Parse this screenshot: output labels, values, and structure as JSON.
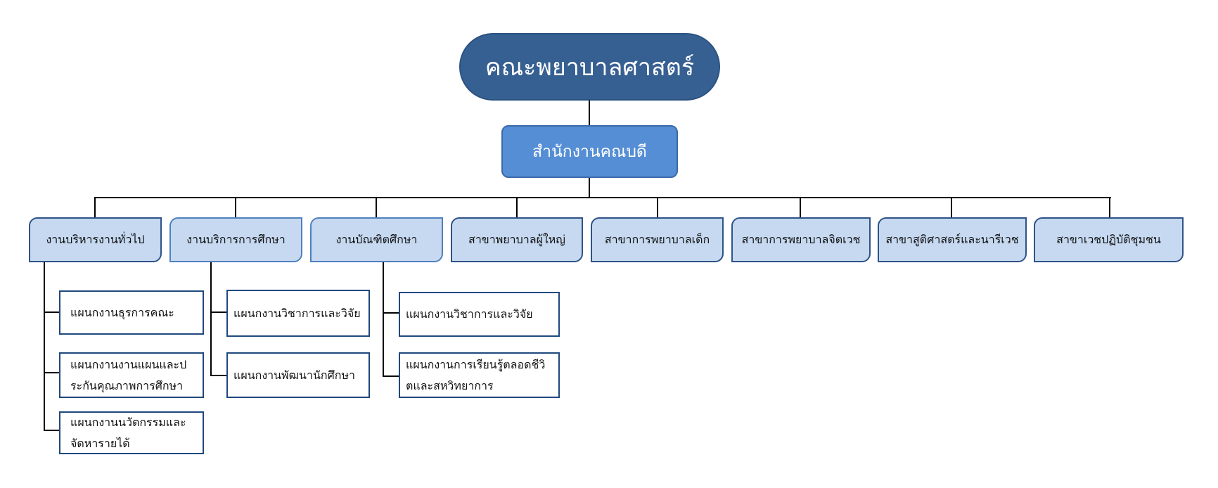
{
  "root": {
    "label": "คณะพยาบาลศาสตร์"
  },
  "office": {
    "label": "สำนักงานคณบดี"
  },
  "units": [
    {
      "label": "งานบริหารงานทั่วไป",
      "children": [
        "แผนกงานธุรการคณะ",
        "แผนกงานงานแผนและประกันคุณภาพการศึกษา",
        "แผนกงานนวัตกรรมและจัดหารายได้"
      ]
    },
    {
      "label": "งานบริการการศึกษา",
      "children": [
        "แผนกงานวิชาการและวิจัย",
        "แผนกงานพัฒนานักศึกษา"
      ]
    },
    {
      "label": "งานบัณฑิตศึกษา",
      "children": [
        "แผนกงานวิชาการและวิจัย",
        "แผนกงานการเรียนรู้ตลอดชีวิตและสหวิทยาการ"
      ]
    },
    {
      "label": "สาขาพยาบาลผู้ใหญ่"
    },
    {
      "label": "สาขาการพยาบาลเด็ก"
    },
    {
      "label": "สาขาการพยาบาลจิตเวช"
    },
    {
      "label": "สาขาสูติศาสตร์และนารีเวช"
    },
    {
      "label": "สาขาเวชปฏิบัติชุมชน"
    }
  ],
  "colors": {
    "root": "#376092",
    "office": "#558ed5",
    "unit": "#c6d9f1",
    "border": "#1f497d"
  }
}
